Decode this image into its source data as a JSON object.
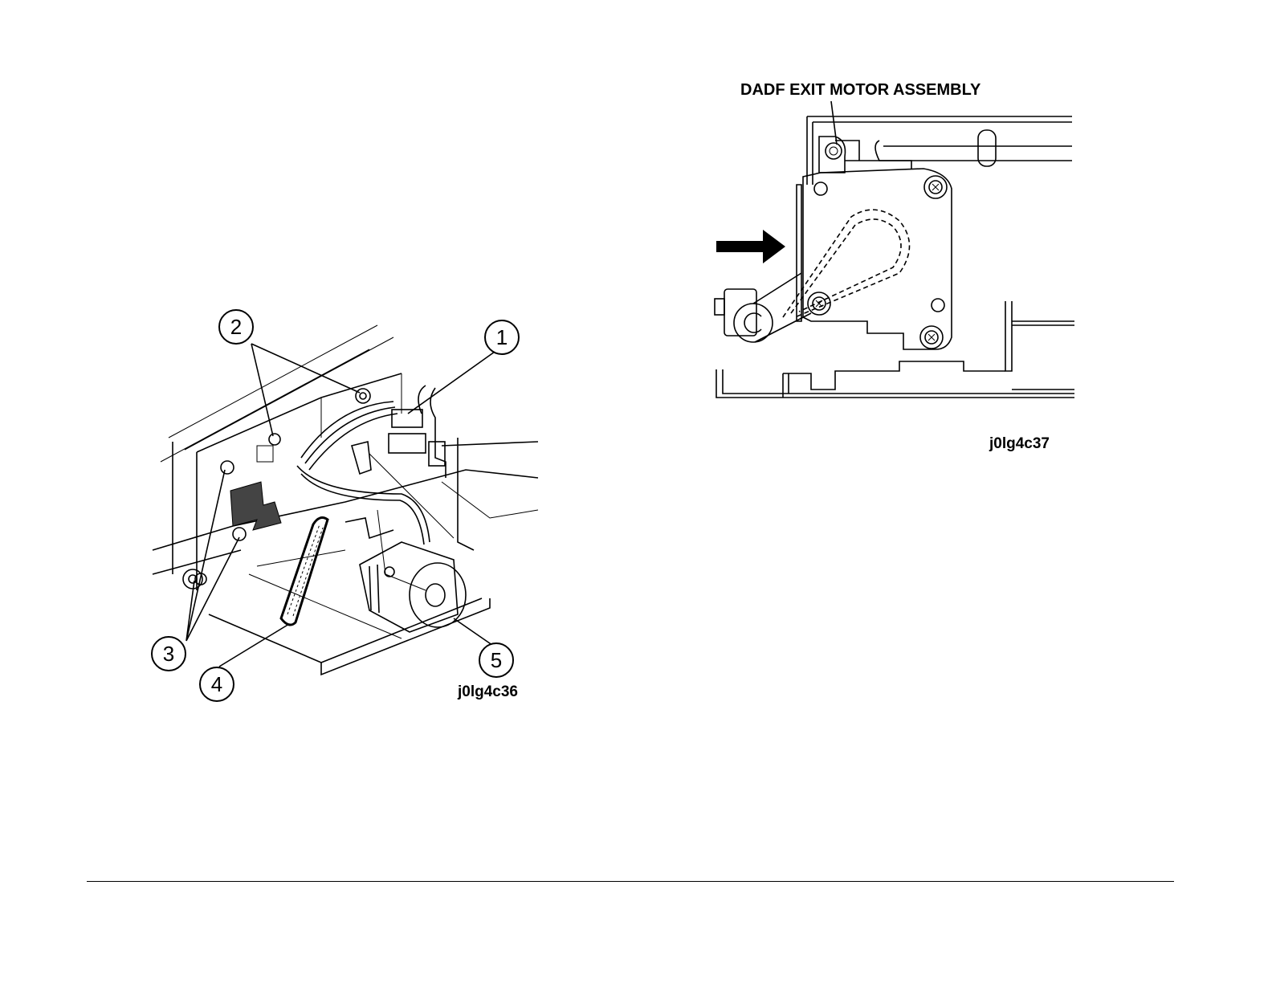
{
  "figure_left": {
    "id": "j0lg4c36",
    "callouts": [
      "1",
      "2",
      "3",
      "4",
      "5"
    ]
  },
  "figure_right": {
    "id": "j0lg4c37",
    "title": "DADF EXIT MOTOR ASSEMBLY"
  }
}
